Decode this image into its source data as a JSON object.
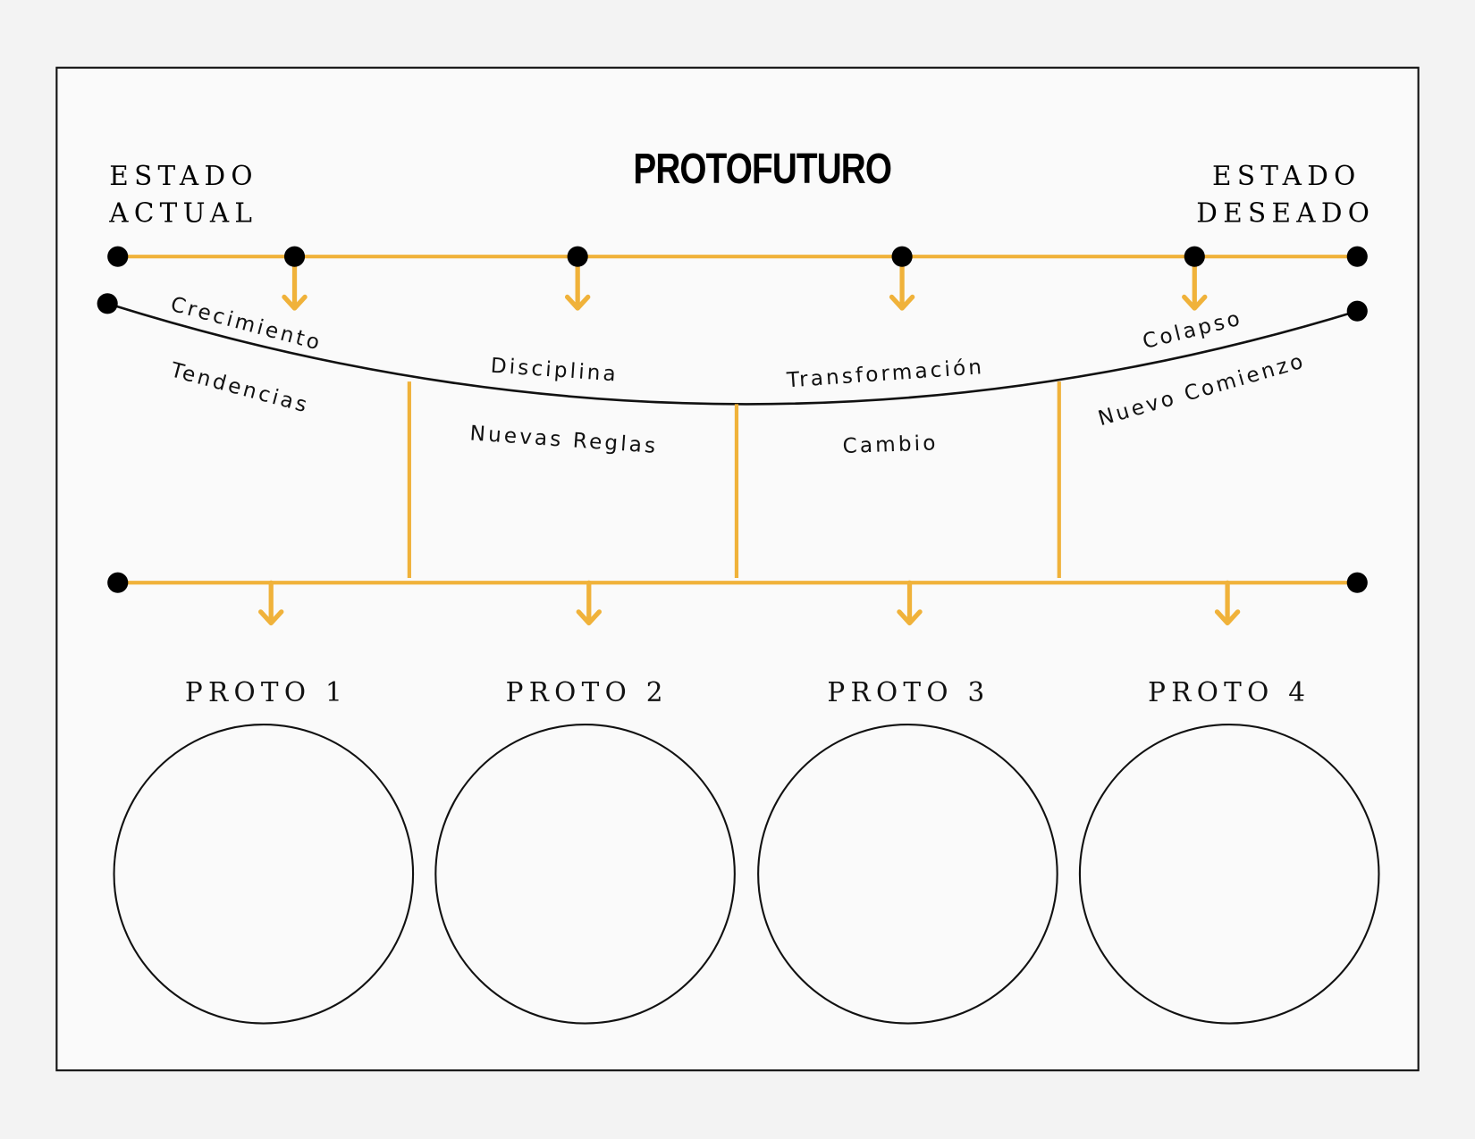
{
  "title": "PROTOFUTURO",
  "current_state": {
    "line1": "ESTADO",
    "line2": "ACTUAL"
  },
  "desired_state": {
    "line1": "ESTADO",
    "line2": "DESEADO"
  },
  "curve_labels_above": [
    "Crecimiento",
    "Disciplina",
    "Transformación",
    "Colapso"
  ],
  "curve_labels_below": [
    "Tendencias",
    "Nuevas Reglas",
    "Cambio",
    "Nuevo Comienzo"
  ],
  "protos": [
    "PROTO 1",
    "PROTO 2",
    "PROTO 3",
    "PROTO 4"
  ],
  "colors": {
    "accent": "#F0B23A",
    "ink": "#000000",
    "paper": "#FAFAFA"
  }
}
